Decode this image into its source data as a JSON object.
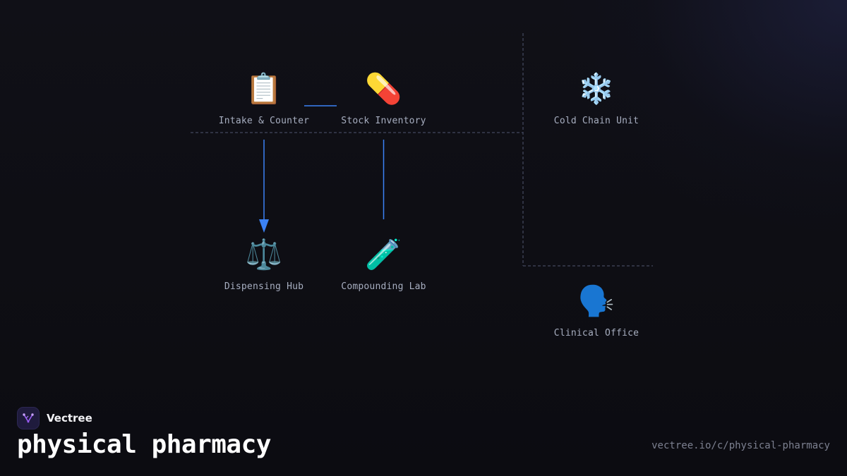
{
  "brand": {
    "name": "Vectree",
    "accent": "#9b5cf6"
  },
  "title": "physical pharmacy",
  "url": "vectree.io/c/physical-pharmacy",
  "nodes": [
    {
      "id": "intake",
      "icon": "📋",
      "icon_name": "clipboard-icon",
      "label": "Intake & Counter"
    },
    {
      "id": "stock",
      "icon": "💊",
      "icon_name": "pill-icon",
      "label": "Stock Inventory"
    },
    {
      "id": "cold",
      "icon": "❄️",
      "icon_name": "snowflake-icon",
      "label": "Cold Chain Unit"
    },
    {
      "id": "dispensing",
      "icon": "⚖️",
      "icon_name": "balance-scale-icon",
      "label": "Dispensing Hub"
    },
    {
      "id": "compounding",
      "icon": "🧪",
      "icon_name": "test-tube-icon",
      "label": "Compounding Lab"
    },
    {
      "id": "clinical",
      "icon": "🗣️",
      "icon_name": "speaking-head-icon",
      "label": "Clinical Office"
    }
  ],
  "connections": [
    {
      "from": "intake",
      "to": "stock",
      "arrow": false
    },
    {
      "from": "intake",
      "to": "dispensing",
      "arrow": true
    },
    {
      "from": "stock",
      "to": "compounding",
      "arrow": false
    }
  ],
  "colors": {
    "connector": "#3b82f6",
    "divider": "#3a3f52",
    "label": "#a7aec0"
  }
}
